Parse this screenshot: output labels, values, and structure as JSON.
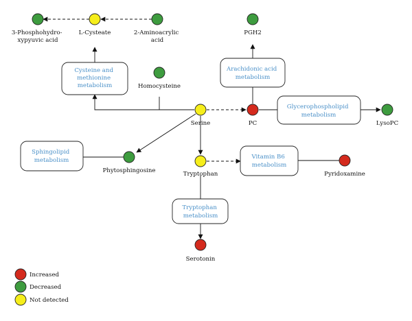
{
  "colors": {
    "increased": "#d42a1d",
    "decreased": "#3e9c3f",
    "not_detected": "#f6ee1b",
    "box_text": "#4a90c8"
  },
  "metabolites": {
    "phospho": {
      "lines": [
        "3-Phosphohydro-",
        "xypyuvic acid"
      ],
      "status": "decreased"
    },
    "lcysteate": {
      "lines": [
        "L-Cysteate"
      ],
      "status": "not_detected"
    },
    "aminoacrylic": {
      "lines": [
        "2-Aminoacrylic",
        "acid"
      ],
      "status": "decreased"
    },
    "pgh2": {
      "lines": [
        "PGH2"
      ],
      "status": "decreased"
    },
    "homocysteine": {
      "lines": [
        "Homocysteine"
      ],
      "status": "decreased"
    },
    "serine": {
      "lines": [
        "Serine"
      ],
      "status": "not_detected"
    },
    "pc": {
      "lines": [
        "PC"
      ],
      "status": "increased"
    },
    "lysopc": {
      "lines": [
        "LysoPC"
      ],
      "status": "decreased"
    },
    "phytosphingosine": {
      "lines": [
        "Phytosphingosine"
      ],
      "status": "decreased"
    },
    "tryptophan": {
      "lines": [
        "Tryptophan"
      ],
      "status": "not_detected"
    },
    "pyridoxamine": {
      "lines": [
        "Pyridoxamine"
      ],
      "status": "increased"
    },
    "serotonin": {
      "lines": [
        "Serotonin"
      ],
      "status": "increased"
    }
  },
  "pathways": {
    "cysteine": {
      "lines": [
        "Cysteine and",
        "methionine",
        "metabolism"
      ]
    },
    "arachidonic": {
      "lines": [
        "Arachidonic acid",
        "metabolism"
      ]
    },
    "glycero": {
      "lines": [
        "Glycerophospholipid",
        "metabolism"
      ]
    },
    "sphingo": {
      "lines": [
        "Sphingolipid",
        "metabolism"
      ]
    },
    "vitaminb6": {
      "lines": [
        "Vitamin B6",
        "metabolism"
      ]
    },
    "tryptophan": {
      "lines": [
        "Tryptophan",
        "metabolism"
      ]
    }
  },
  "legend": [
    {
      "label": "Increased",
      "status": "increased"
    },
    {
      "label": "Decreased",
      "status": "decreased"
    },
    {
      "label": "Not detected",
      "status": "not_detected"
    }
  ]
}
